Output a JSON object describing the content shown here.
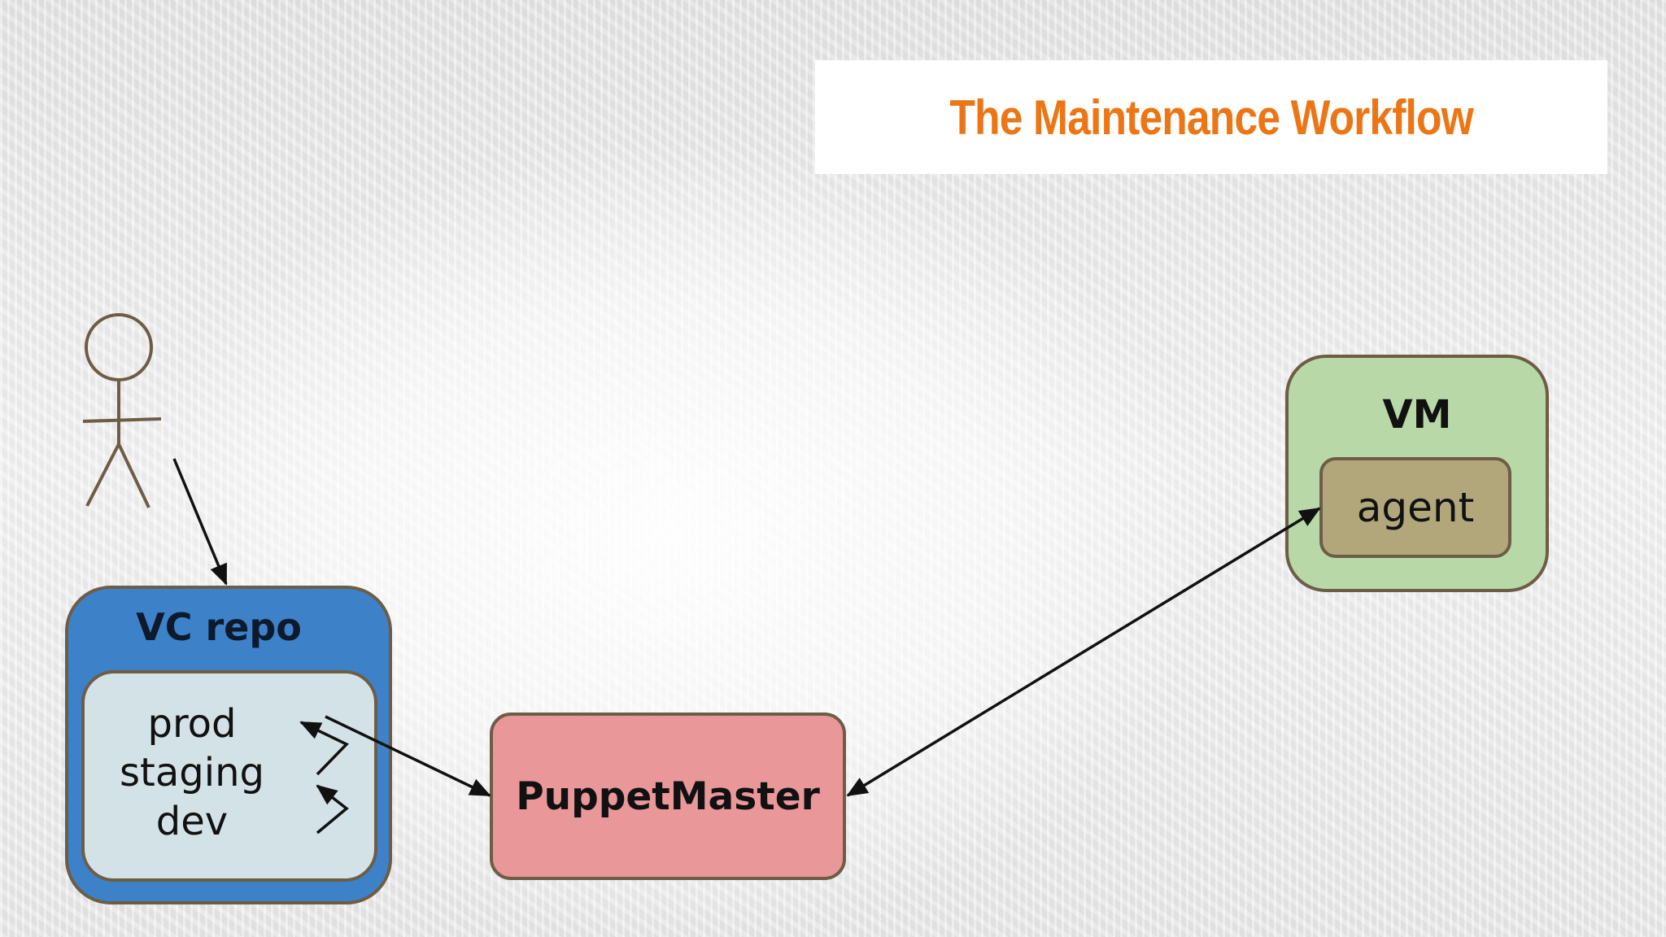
{
  "title": "The Maintenance Workflow",
  "colors": {
    "title": "#ec7615",
    "vc_repo": "#3d81c8",
    "branches_panel": "#d2e2e6",
    "puppetmaster": "#e99798",
    "vm": "#b8d9a7",
    "agent": "#b2a67b",
    "outline": "#6e5d46"
  },
  "nodes": {
    "user": {
      "icon": "stick-figure-icon"
    },
    "vc_repo": {
      "label": "VC repo",
      "branches": [
        "prod",
        "staging",
        "dev"
      ]
    },
    "puppetmaster": {
      "label": "PuppetMaster"
    },
    "vm": {
      "label": "VM",
      "agent": {
        "label": "agent"
      }
    }
  },
  "edges": [
    {
      "from": "user",
      "to": "vc_repo",
      "direction": "one-way"
    },
    {
      "from": "dev",
      "to": "staging",
      "direction": "one-way"
    },
    {
      "from": "staging",
      "to": "prod",
      "direction": "one-way"
    },
    {
      "from": "prod",
      "to": "puppetmaster",
      "direction": "one-way"
    },
    {
      "from": "puppetmaster",
      "to": "agent",
      "direction": "two-way"
    }
  ]
}
